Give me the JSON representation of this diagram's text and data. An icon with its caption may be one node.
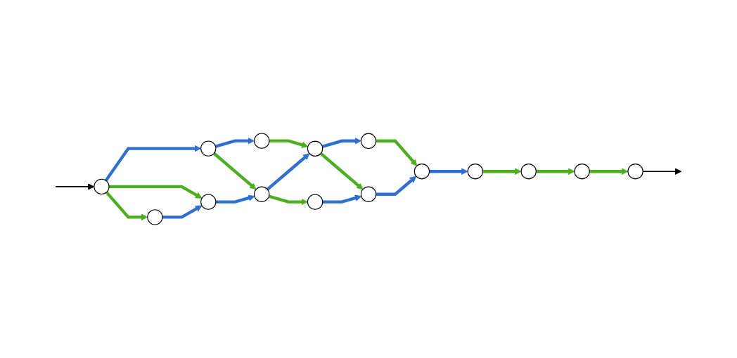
{
  "diagram": {
    "nodes": [
      {
        "text": [],
        "shape": "circle"
      },
      {
        "text": [],
        "shape": "circle"
      },
      {
        "text": [],
        "shape": "circle"
      },
      {
        "text": [],
        "shape": "circle"
      },
      {
        "text": [],
        "shape": "circle"
      },
      {
        "text": [],
        "shape": "circle"
      },
      {
        "text": [],
        "shape": "circle"
      },
      {
        "text": [],
        "shape": "circle"
      },
      {
        "text": [],
        "shape": "circle"
      },
      {
        "text": [],
        "shape": "circle"
      },
      {
        "text": [],
        "shape": "circle"
      },
      {
        "text": [],
        "shape": "circle"
      },
      {
        "text": [],
        "shape": "circle"
      },
      {
        "text": [],
        "shape": "circle"
      },
      {
        "text": [],
        "shape": "circle"
      }
    ],
    "edges": [
      {
        "from": null,
        "to": 0,
        "arrow": "to",
        "color": "#000000"
      },
      {
        "from": 0,
        "to": 1,
        "arrow": "to",
        "color": "#2f6fd0"
      },
      {
        "from": 1,
        "to": 2,
        "arrow": "to",
        "color": "#2f6fd0"
      },
      {
        "from": 0,
        "to": 3,
        "arrow": "to",
        "color": "#4caf20"
      },
      {
        "from": 0,
        "to": 4,
        "arrow": "to",
        "color": "#4caf20"
      },
      {
        "from": 3,
        "to": 4,
        "arrow": "to",
        "color": "#2f6fd0"
      },
      {
        "from": 1,
        "to": 5,
        "arrow": "to",
        "color": "#4caf20"
      },
      {
        "from": 4,
        "to": 5,
        "arrow": "to",
        "color": "#2f6fd0"
      },
      {
        "from": 2,
        "to": 6,
        "arrow": "to",
        "color": "#4caf20"
      },
      {
        "from": 5,
        "to": 6,
        "arrow": "to",
        "color": "#2f6fd0"
      },
      {
        "from": 6,
        "to": 7,
        "arrow": "to",
        "color": "#2f6fd0"
      },
      {
        "from": 5,
        "to": 8,
        "arrow": "to",
        "color": "#4caf20"
      },
      {
        "from": 6,
        "to": 9,
        "arrow": "to",
        "color": "#4caf20"
      },
      {
        "from": 7,
        "to": 10,
        "arrow": "to",
        "color": "#4caf20"
      },
      {
        "from": 8,
        "to": 9,
        "arrow": "to",
        "color": "#2f6fd0"
      },
      {
        "from": 9,
        "to": 10,
        "arrow": "to",
        "color": "#2f6fd0"
      },
      {
        "from": 10,
        "to": 11,
        "arrow": "to",
        "color": "#2f6fd0"
      },
      {
        "from": 11,
        "to": 12,
        "arrow": "to",
        "color": "#4caf20"
      },
      {
        "from": 12,
        "to": 13,
        "arrow": "to",
        "color": "#4caf20"
      },
      {
        "from": 13,
        "to": 14,
        "arrow": "to",
        "color": "#4caf20"
      },
      {
        "from": 14,
        "to": null,
        "arrow": "to",
        "color": "#000000"
      }
    ]
  }
}
